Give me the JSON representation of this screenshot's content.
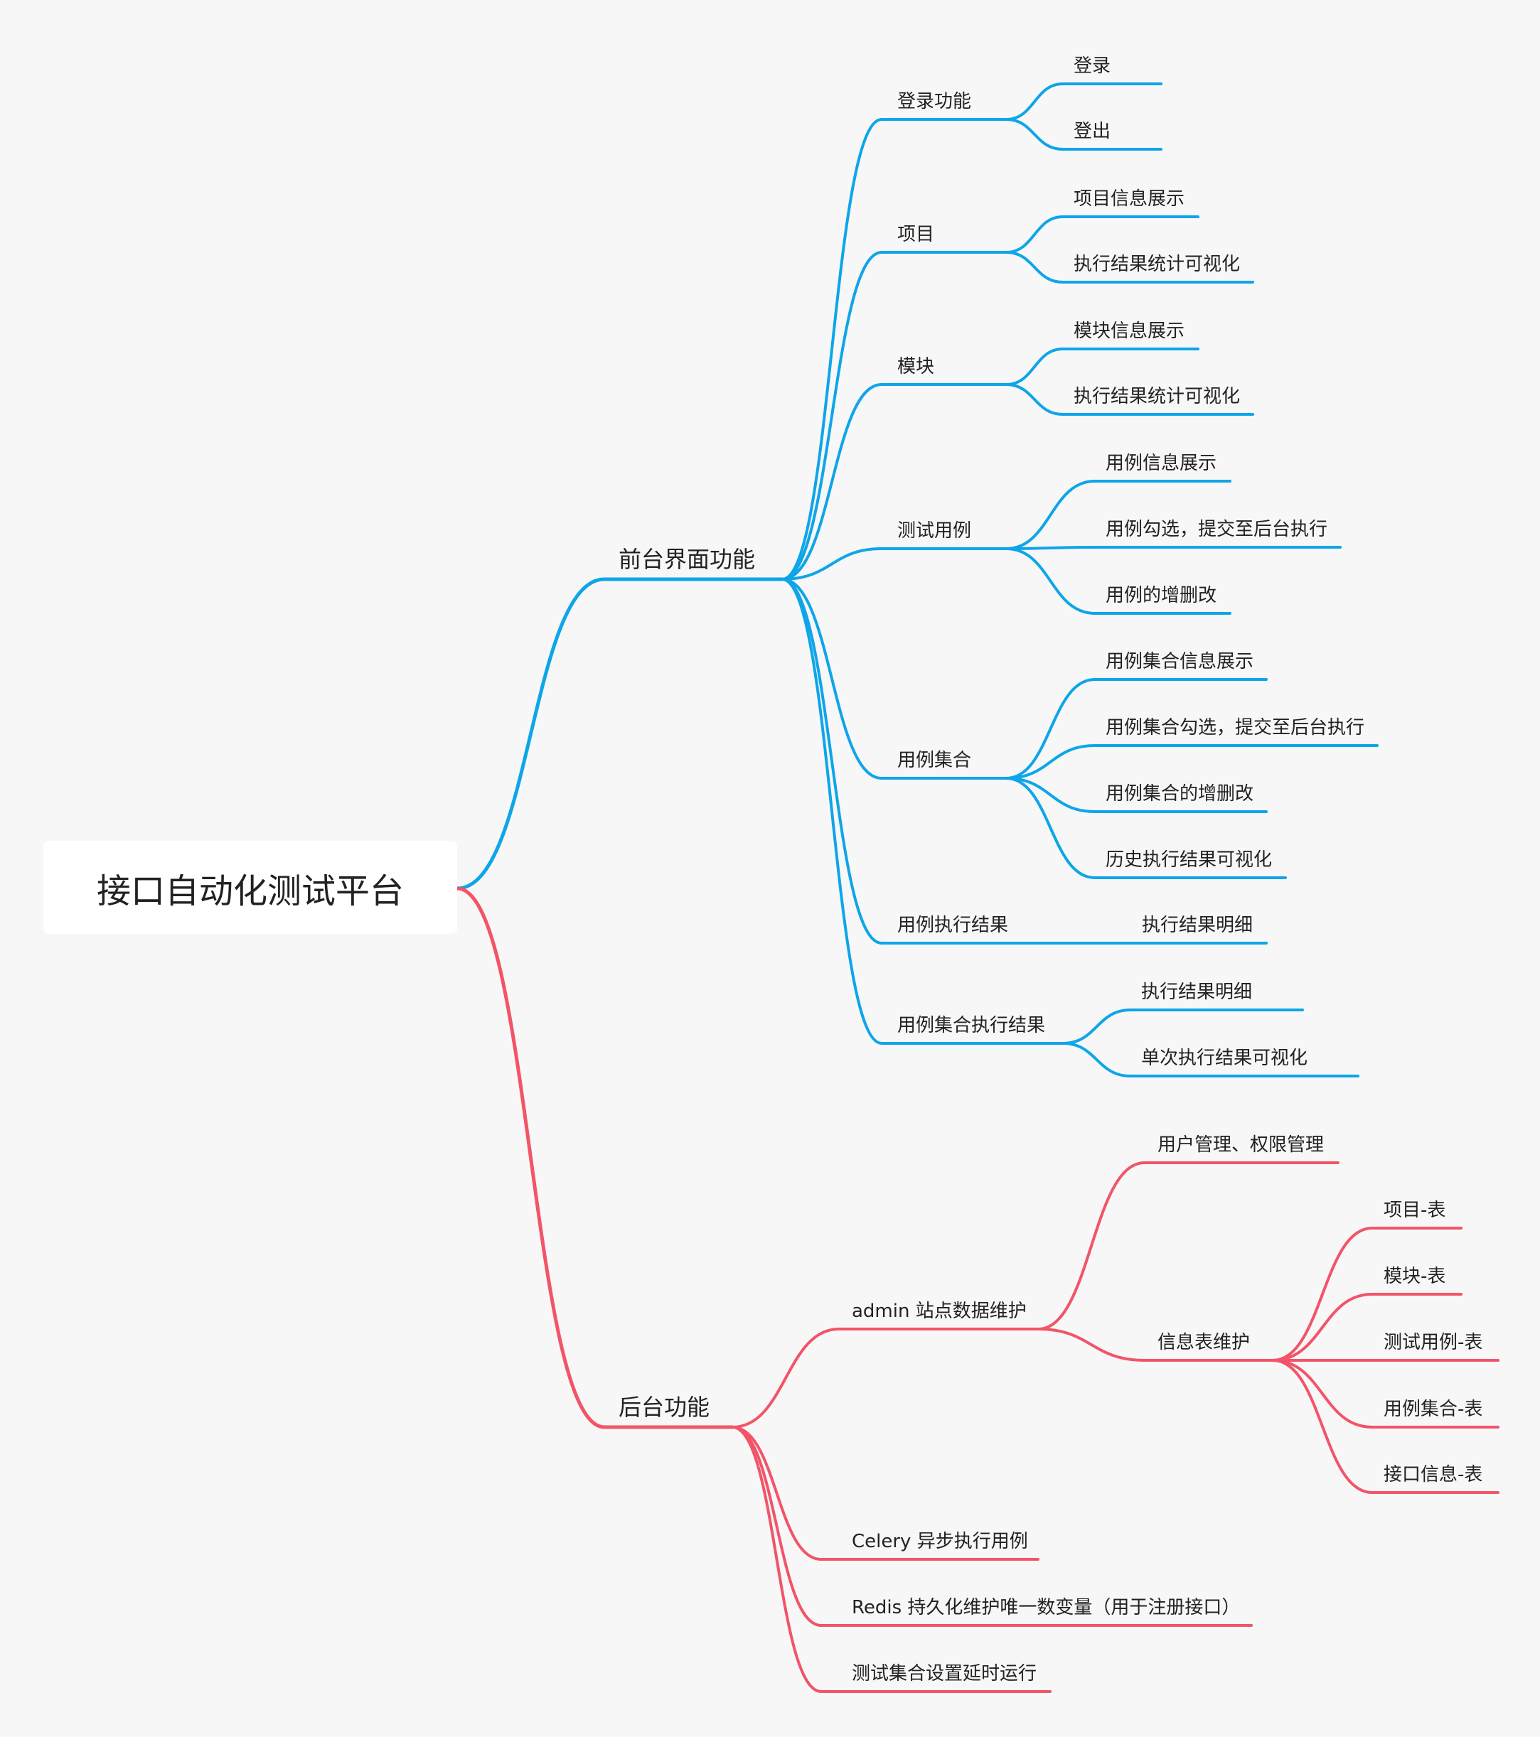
{
  "root": {
    "label": "接口自动化测试平台"
  },
  "colors": {
    "frontend": "#0ea5e9",
    "backend": "#f25468"
  },
  "branches": {
    "frontend": {
      "label": "前台界面功能",
      "children": [
        {
          "label": "登录功能",
          "children": [
            "登录",
            "登出"
          ]
        },
        {
          "label": "项目",
          "children": [
            "项目信息展示",
            "执行结果统计可视化"
          ]
        },
        {
          "label": "模块",
          "children": [
            "模块信息展示",
            "执行结果统计可视化"
          ]
        },
        {
          "label": "测试用例",
          "children": [
            "用例信息展示",
            "用例勾选，提交至后台执行",
            "用例的增删改"
          ]
        },
        {
          "label": "用例集合",
          "children": [
            "用例集合信息展示",
            "用例集合勾选，提交至后台执行",
            "用例集合的增删改",
            "历史执行结果可视化"
          ]
        },
        {
          "label": "用例执行结果",
          "children": [
            "执行结果明细"
          ]
        },
        {
          "label": "用例集合执行结果",
          "children": [
            "执行结果明细",
            "单次执行结果可视化"
          ]
        }
      ]
    },
    "backend": {
      "label": "后台功能",
      "children": [
        {
          "label": "admin 站点数据维护",
          "children": [
            {
              "label": "用户管理、权限管理"
            },
            {
              "label": "信息表维护",
              "children": [
                "项目-表",
                "模块-表",
                "测试用例-表",
                "用例集合-表",
                "接口信息-表"
              ]
            }
          ]
        },
        {
          "label": "Celery 异步执行用例"
        },
        {
          "label": "Redis 持久化维护唯一数变量（用于注册接口）"
        },
        {
          "label": "测试集合设置延时运行"
        }
      ]
    }
  }
}
